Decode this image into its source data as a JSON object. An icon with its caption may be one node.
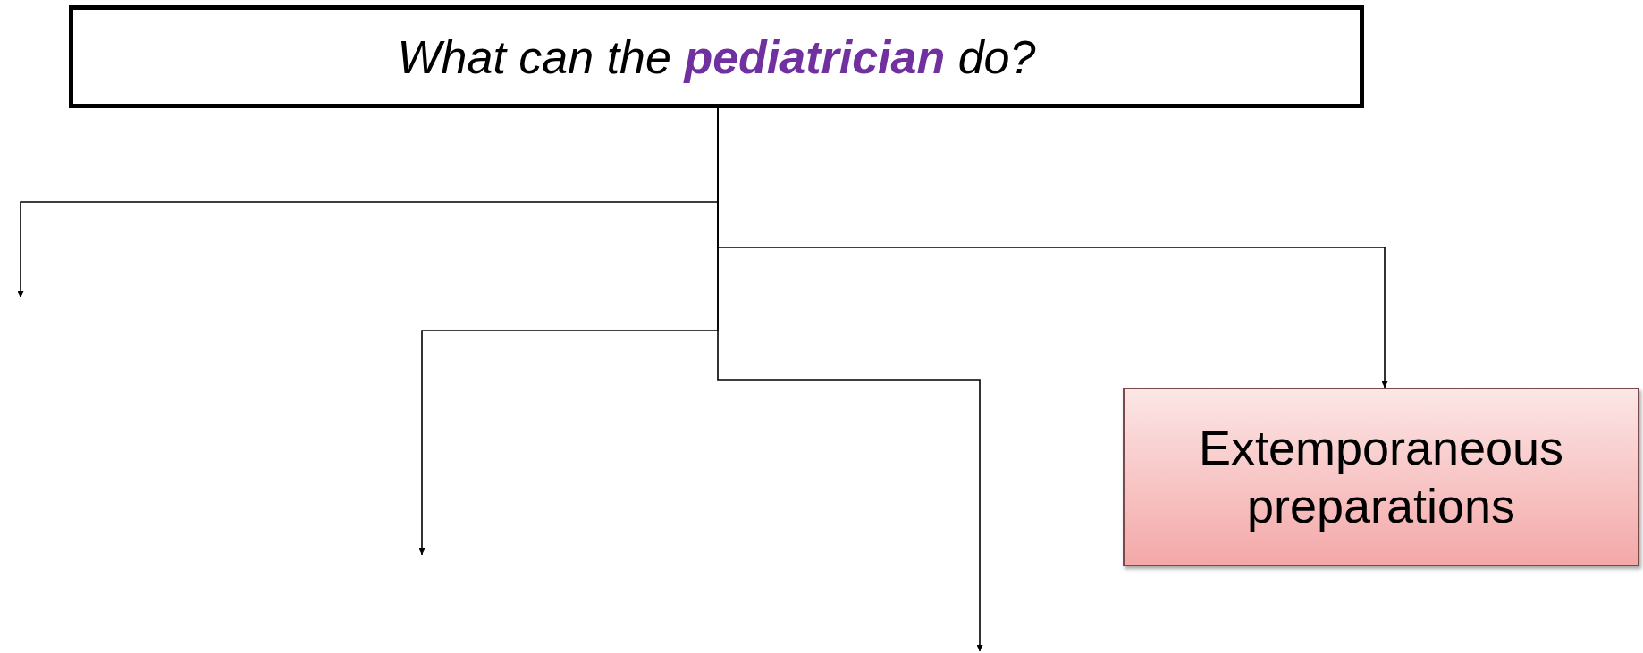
{
  "diagram": {
    "nodes": [
      {
        "text": [
          "What can the **pediatrician** do?"
        ]
      },
      {
        "text": [
          "Extemporaneous preparations"
        ]
      }
    ],
    "edges": [
      {
        "from": 0,
        "to": null,
        "arrow": "to"
      },
      {
        "from": 0,
        "to": 1,
        "arrow": "to"
      },
      {
        "from": 0,
        "to": null,
        "arrow": "to"
      },
      {
        "from": 0,
        "to": null,
        "arrow": "to"
      }
    ]
  }
}
